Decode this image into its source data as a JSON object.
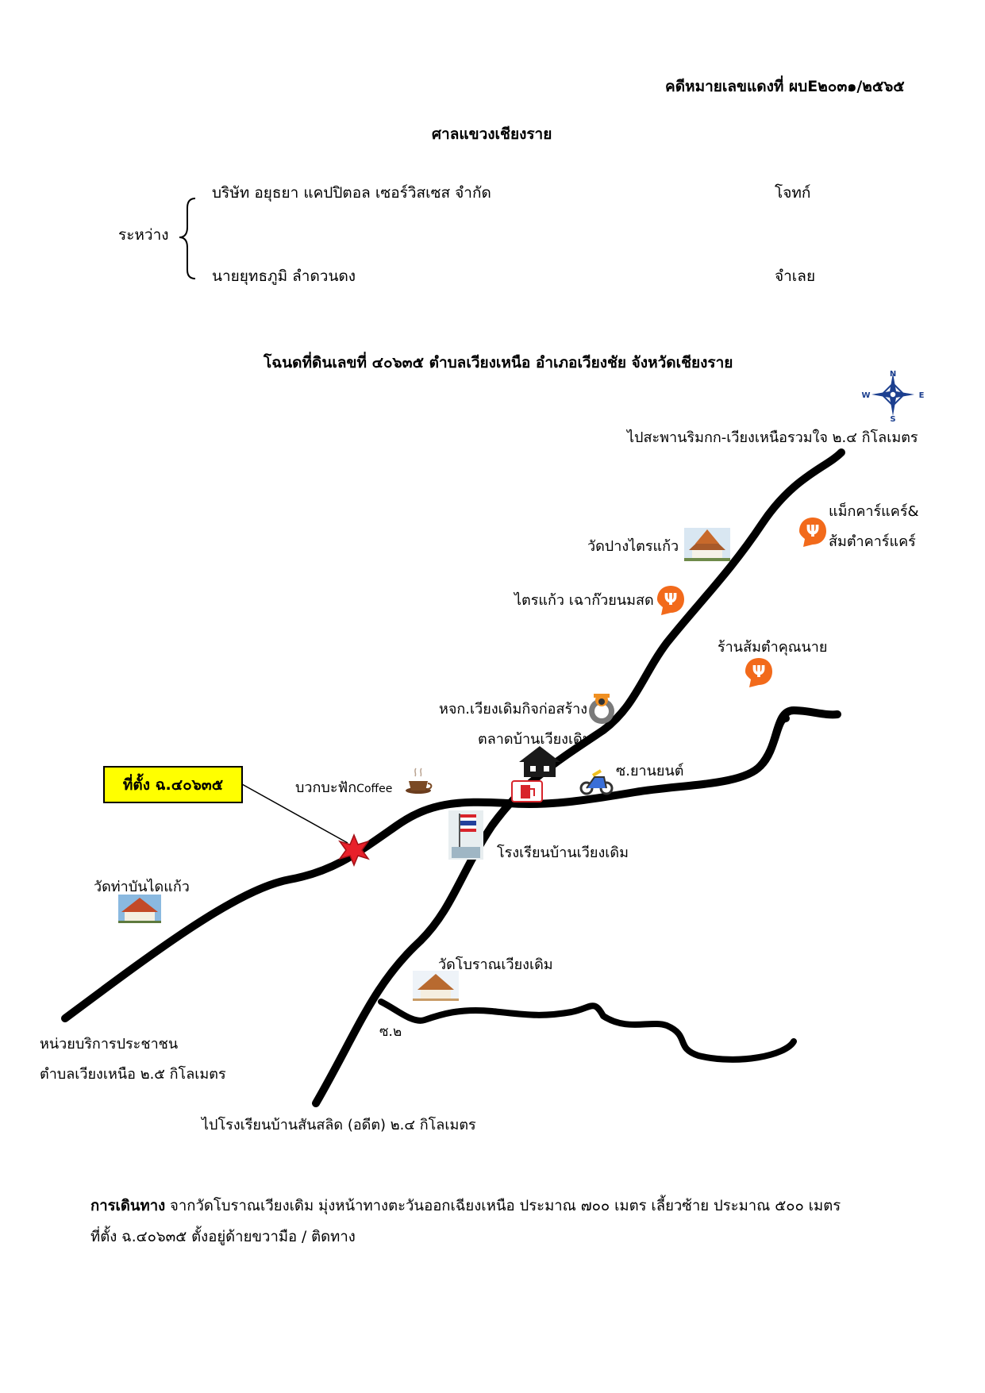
{
  "header": {
    "case_number": "คดีหมายเลขแดงที่ ผบE๒๐๓๑/๒๕๖๕",
    "court": "ศาลแขวงเชียงราย"
  },
  "parties": {
    "between_label": "ระหว่าง",
    "plaintiff_name": "บริษัท อยุธยา แคปปิตอล เซอร์วิสเซส จำกัด",
    "plaintiff_role": "โจทก์",
    "defendant_name": "นายยุทธภูมิ  ลำดวนดง",
    "defendant_role": "จำเลย"
  },
  "map": {
    "title": "โฉนดที่ดินเลขที่ ๔๐๖๓๕ ตำบลเวียงเหนือ อำเภอเวียงชัย จังหวัดเชียงราย",
    "compass": {
      "n": "N",
      "s": "S",
      "e": "E",
      "w": "W"
    },
    "labels": {
      "to_bridge": "ไปสะพานริมกก-เวียงเหนือรวมใจ ๒.๔ กิโลเมตร",
      "max_care_1": "แม็กคาร์แคร์&",
      "max_care_2": "ส้มตำคาร์แคร์",
      "wat_pang_trai_kaeo": "วัดปางไตรแก้ว",
      "traikaeo_shop": "ไตรแก้ว เฉาก๊วยนมสด",
      "som_tam_khun_nai": "ร้านส้มตำคุณนาย",
      "construction": "หจก.เวียงเดิมกิจก่อสร้าง",
      "market": "ตลาดบ้านเวียงเดิม",
      "soi_yanyon": "ซ.ยานยนต์",
      "coffee_1": "บวกบะฟัก",
      "coffee_2": "Coffee",
      "location_box": "ที่ตั้ง ฉ.๔๐๖๓๕",
      "school": "โรงเรียนบ้านเวียงเดิม",
      "wat_tha_ban_dai_kaeo": "วัดท่าบันไดแก้ว",
      "wat_boran": "วัดโบราณเวียงเดิม",
      "soi_2": "ซ.๒",
      "service_unit_1": "หน่วยบริการประชาชน",
      "service_unit_2": "ตำบลเวียงเหนือ ๒.๕ กิโลเมตร",
      "to_school": "ไปโรงเรียนบ้านสันสลิด (อดีต) ๒.๔ กิโลเมตร"
    }
  },
  "directions": {
    "label": "การเดินทาง",
    "line1": " จากวัดโบราณเวียงเดิม มุ่งหน้าทางตะวันออกเฉียงเหนือ ประมาณ ๗๐๐ เมตร เลี้ยวซ้าย ประมาณ ๕๐๐ เมตร",
    "line2": "ที่ตั้ง ฉ.๔๐๖๓๕ ตั้งอยู่ด้ายขวามือ / ติดทาง"
  },
  "colors": {
    "road": "#000000",
    "marker_fill": "#e8202a",
    "restaurant_badge": "#f26a1b",
    "highlight_box": "#ffff00"
  }
}
